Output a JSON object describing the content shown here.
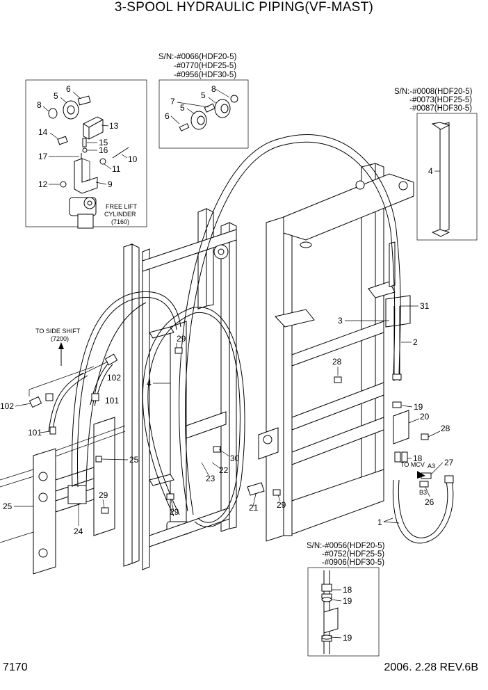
{
  "title": "3-SPOOL HYDRAULIC PIPING(VF-MAST)",
  "footer": {
    "page_number": "7170",
    "revision": "2006. 2.28  REV.6B"
  },
  "serial_notes": {
    "box_top_center": [
      "S/N:-#0066(HDF20-5)",
      "-#0770(HDF25-5)",
      "-#0956(HDF30-5)"
    ],
    "box_top_right": [
      "S/N:-#0008(HDF20-5)",
      "-#0073(HDF25-5)",
      "-#0087(HDF30-5)"
    ],
    "box_bottom": [
      "S/N:-#0056(HDF20-5)",
      "-#0752(HDF25-5)",
      "-#0906(HDF30-5)"
    ]
  },
  "annotations": {
    "free_lift_cylinder": [
      "FREE LIFT",
      "CYLINDER",
      "(7160)"
    ],
    "to_side_shift": [
      "TO SIDE SHIFT",
      "(7200)"
    ],
    "to_mcv": "TO MCV",
    "port_a3": "A3",
    "port_b3": "B3"
  },
  "callouts": [
    {
      "id": "c1",
      "num": "6"
    },
    {
      "id": "c2",
      "num": "5"
    },
    {
      "id": "c3",
      "num": "8"
    },
    {
      "id": "c4",
      "num": "13"
    },
    {
      "id": "c5",
      "num": "14"
    },
    {
      "id": "c6",
      "num": "15"
    },
    {
      "id": "c7",
      "num": "16"
    },
    {
      "id": "c8",
      "num": "10"
    },
    {
      "id": "c9",
      "num": "17"
    },
    {
      "id": "c10",
      "num": "11"
    },
    {
      "id": "c11",
      "num": "12"
    },
    {
      "id": "c12",
      "num": "9"
    },
    {
      "id": "c13",
      "num": "8"
    },
    {
      "id": "c14",
      "num": "5"
    },
    {
      "id": "c15",
      "num": "7"
    },
    {
      "id": "c16",
      "num": "5"
    },
    {
      "id": "c17",
      "num": "6"
    },
    {
      "id": "c18",
      "num": "4"
    },
    {
      "id": "c19",
      "num": "31"
    },
    {
      "id": "c20",
      "num": "3"
    },
    {
      "id": "c21",
      "num": "2"
    },
    {
      "id": "c22",
      "num": "28"
    },
    {
      "id": "c23",
      "num": "19"
    },
    {
      "id": "c24",
      "num": "20"
    },
    {
      "id": "c25",
      "num": "28"
    },
    {
      "id": "c26",
      "num": "18"
    },
    {
      "id": "c27",
      "num": "27"
    },
    {
      "id": "c28",
      "num": "26"
    },
    {
      "id": "c29",
      "num": "1"
    },
    {
      "id": "c30",
      "num": "29"
    },
    {
      "id": "c31",
      "num": "4"
    },
    {
      "id": "c32",
      "num": "102"
    },
    {
      "id": "c33",
      "num": "101"
    },
    {
      "id": "c34",
      "num": "102"
    },
    {
      "id": "c35",
      "num": "101"
    },
    {
      "id": "c36",
      "num": "25"
    },
    {
      "id": "c37",
      "num": "25"
    },
    {
      "id": "c38",
      "num": "29"
    },
    {
      "id": "c39",
      "num": "24"
    },
    {
      "id": "c40",
      "num": "30"
    },
    {
      "id": "c41",
      "num": "22"
    },
    {
      "id": "c42",
      "num": "23"
    },
    {
      "id": "c43",
      "num": "29"
    },
    {
      "id": "c44",
      "num": "21"
    },
    {
      "id": "c45",
      "num": "29"
    },
    {
      "id": "c46",
      "num": "18"
    },
    {
      "id": "c47",
      "num": "19"
    },
    {
      "id": "c48",
      "num": "19"
    }
  ],
  "colors": {
    "line": "#000000",
    "background": "#ffffff"
  }
}
